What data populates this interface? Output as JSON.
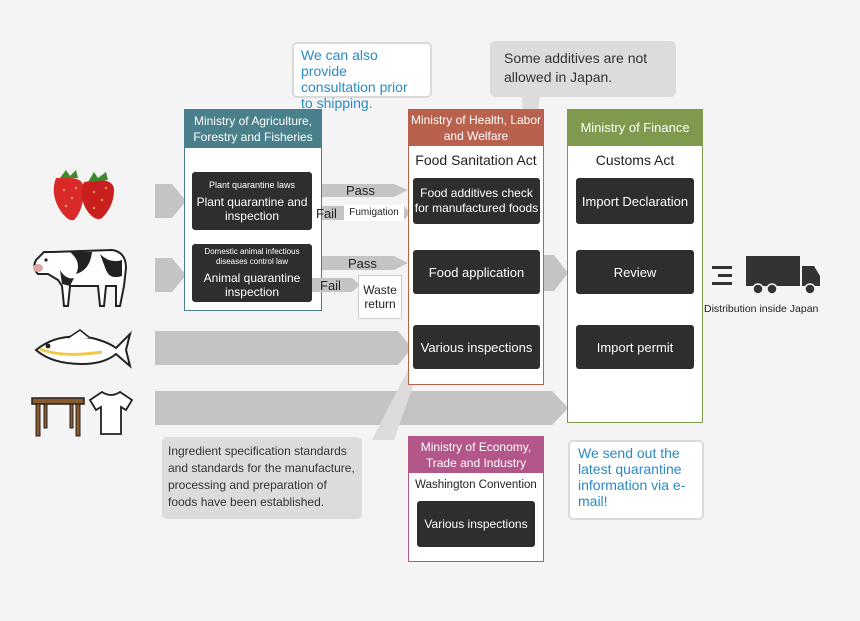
{
  "callouts": {
    "consultation": "We can also provide consultation prior to shipping.",
    "additives": "Some additives are not allowed in Japan.",
    "ingredient": "Ingredient specification standards and standards for the manufacture, processing and preparation of foods have been established.",
    "email": "We send out the latest quarantine information via e-mail!"
  },
  "maff": {
    "title": "Ministry of Agriculture, Forestry and Fisheries",
    "plant_small": "Plant quarantine laws",
    "plant_main": "Plant quarantine and inspection",
    "animal_small": "Domestic animal infectious diseases control law",
    "animal_main": "Animal quarantine inspection",
    "pass1": "Pass",
    "fail1": "Fail",
    "fumigation": "Fumigation",
    "pass2": "Pass",
    "fail2": "Fail",
    "waste": "Waste return"
  },
  "mhlw": {
    "title": "Ministry of Health, Labor and Welfare",
    "act": "Food Sanitation Act",
    "step1": "Food additives check for manufactured foods",
    "step2": "Food application",
    "step3": "Various inspections"
  },
  "mof": {
    "title": "Ministry of Finance",
    "act": "Customs Act",
    "step1": "Import Declaration",
    "step2": "Review",
    "step3": "Import permit"
  },
  "meti": {
    "title": "Ministry of Economy, Trade and Industry",
    "act": "Washington Convention",
    "step1": "Various inspections"
  },
  "distribution": "Distribution inside Japan",
  "colors": {
    "maff": "#4a7f8c",
    "mhlw": "#b8624e",
    "mof": "#7f9a4e",
    "meti": "#b3568a",
    "blue_arrow": "#5aa7dc",
    "gray_arrow": "#bcbcbc"
  },
  "icons": [
    "strawberry-icon",
    "cow-icon",
    "fish-icon",
    "table-icon",
    "tshirt-icon",
    "truck-icon"
  ]
}
